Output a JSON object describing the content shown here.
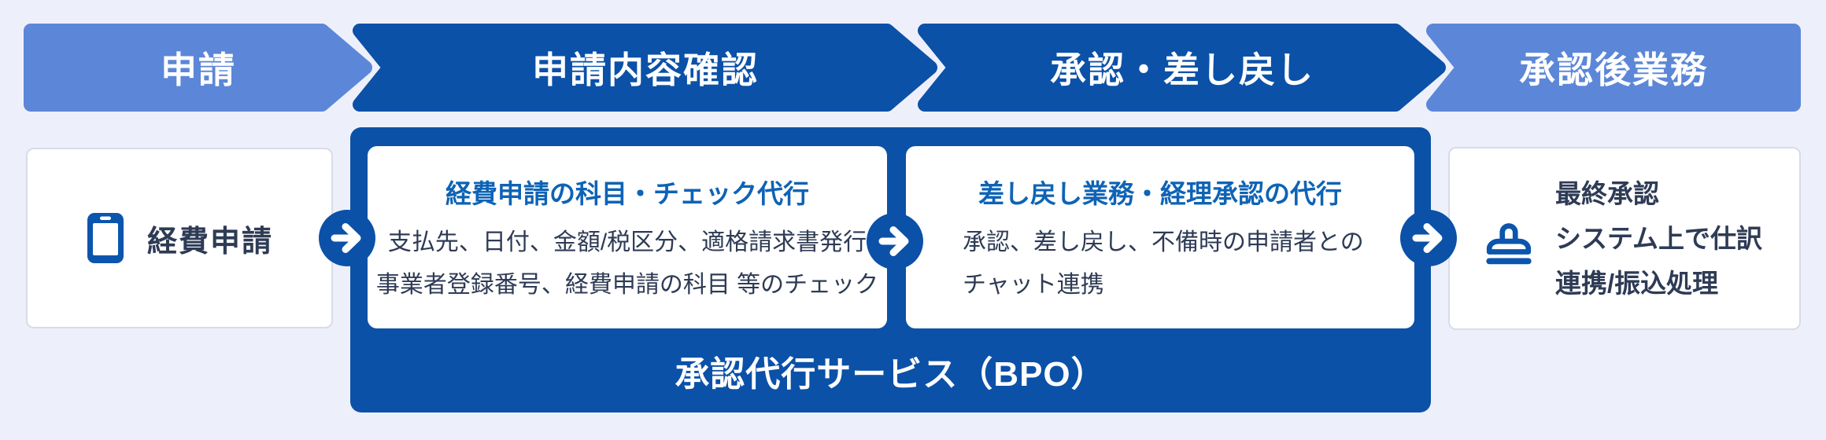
{
  "palette": {
    "background": "#edf0fb",
    "blue_dark": "#0b51a8",
    "blue_light": "#5c87d8",
    "title_blue": "#0e63b5",
    "text_navy": "#2e3b55",
    "card_border": "#d8dce9"
  },
  "steps": [
    {
      "label": "申請",
      "variant": "light"
    },
    {
      "label": "申請内容確認",
      "variant": "dark"
    },
    {
      "label": "承認・差し戻し",
      "variant": "dark"
    },
    {
      "label": "承認後業務",
      "variant": "light"
    }
  ],
  "start_card": {
    "icon": "smartphone-icon",
    "label": "経費申請"
  },
  "bpo": {
    "label": "承認代行サービス（BPO）",
    "cards": [
      {
        "title": "経費申請の科目・チェック代行",
        "body_lines": [
          "支払先、日付、金額/税区分、適格請求書発行",
          "事業者登録番号、経費申請の科目 等のチェック"
        ]
      },
      {
        "title": "差し戻し業務・経理承認の代行",
        "body_lines": [
          "承認、差し戻し、不備時の申請者との",
          "チャット連携"
        ]
      }
    ]
  },
  "end_card": {
    "icon": "stamp-icon",
    "lines": [
      "最終承認",
      "システム上で仕訳",
      "連携/振込処理"
    ]
  }
}
